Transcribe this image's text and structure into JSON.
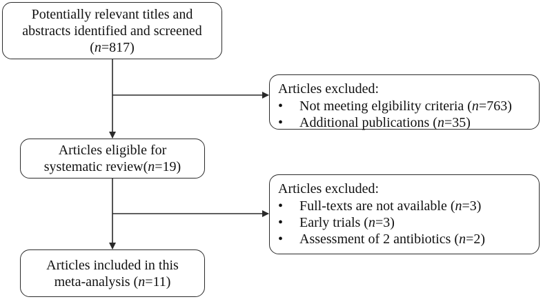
{
  "flow": {
    "screened": {
      "lines": [
        "Potentially relevant titles and",
        "abstracts identified and screened"
      ],
      "n_prefix": "(",
      "n_label": "n",
      "n_suffix": "=817)"
    },
    "excluded_1": {
      "title": "Articles excluded:",
      "items": [
        {
          "text": "Not meeting elgibility criteria (",
          "n_label": "n",
          "n_suffix": "=763)"
        },
        {
          "text": "Additional publications (",
          "n_label": "n",
          "n_suffix": "=35)"
        }
      ]
    },
    "eligible": {
      "line1": "Articles eligible for",
      "line2_text": "systematic review(",
      "n_label": "n",
      "n_suffix": "=19)"
    },
    "excluded_2": {
      "title": "Articles excluded:",
      "items": [
        {
          "text": "Full-texts are not available (",
          "n_label": "n",
          "n_suffix": "=3)"
        },
        {
          "text": "Early trials (",
          "n_label": "n",
          "n_suffix": "=3)"
        },
        {
          "text": "Assessment of 2 antibiotics (",
          "n_label": "n",
          "n_suffix": "=2)"
        }
      ]
    },
    "included": {
      "line1": "Articles included in this",
      "line2_text": "meta-analysis (",
      "n_label": "n",
      "n_suffix": "=11)"
    },
    "bullet_glyph": "•"
  }
}
